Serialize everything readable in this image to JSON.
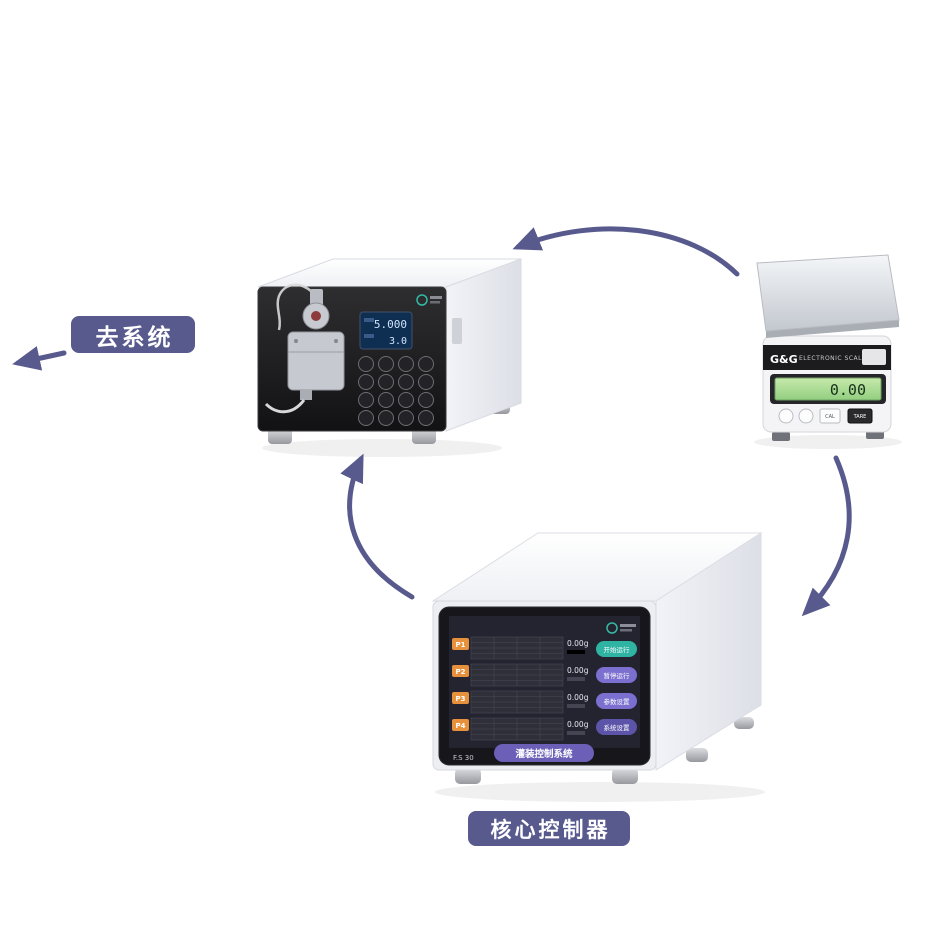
{
  "diagram": {
    "to_system_label": "去系统",
    "core_controller_label": "核心控制器",
    "accent_color": "#585a8e",
    "logo_color": "#35b8a4"
  },
  "pump": {
    "display_line1": "5.000",
    "display_line2": "3.0"
  },
  "scale": {
    "brand": "G&G",
    "title": "ELECTRONIC SCALE",
    "display_value": "0.00",
    "button_cal_label": "CAL",
    "button_tare_label": "TARE"
  },
  "controller": {
    "model": "F.S 30",
    "banner_text": "灌装控制系统",
    "banner_color": "#6b5fb8",
    "channel_tag_color": "#e8913c",
    "channels": [
      {
        "label": "P1",
        "value": "0.00g"
      },
      {
        "label": "P2",
        "value": "0.00g"
      },
      {
        "label": "P3",
        "value": "0.00g"
      },
      {
        "label": "P4",
        "value": "0.00g"
      }
    ],
    "buttons": [
      {
        "label": "开始运行",
        "color": "#2fb3a3"
      },
      {
        "label": "暂停运行",
        "color": "#7b6fd0"
      },
      {
        "label": "参数设置",
        "color": "#7b6fd0"
      },
      {
        "label": "系统设置",
        "color": "#5b54a8"
      }
    ]
  }
}
